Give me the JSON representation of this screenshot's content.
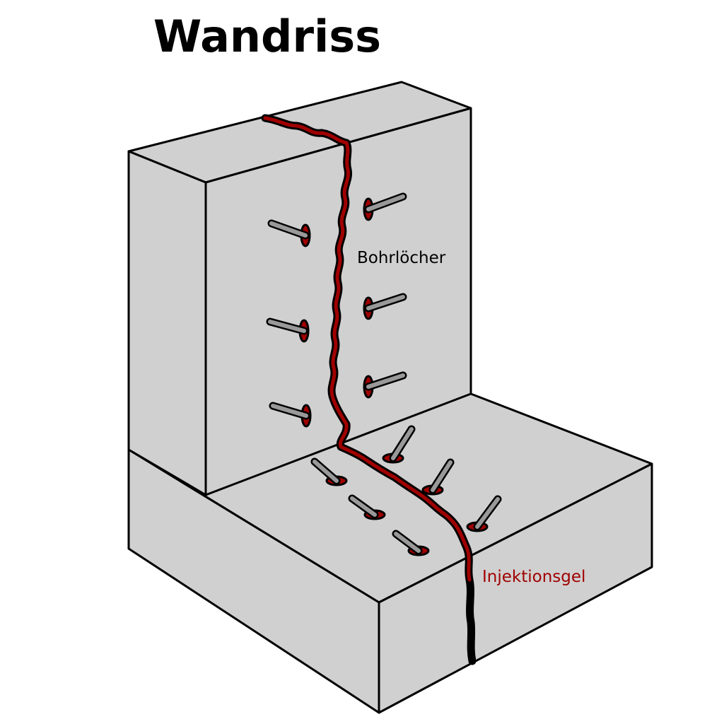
{
  "title": "Wandriss",
  "labels": {
    "holes": "Bohrlöcher",
    "gel": "Injektionsgel"
  },
  "colors": {
    "concrete": "#d0d0d0",
    "gel": "#a00000",
    "pipe": "#999999",
    "outline": "#000000"
  }
}
